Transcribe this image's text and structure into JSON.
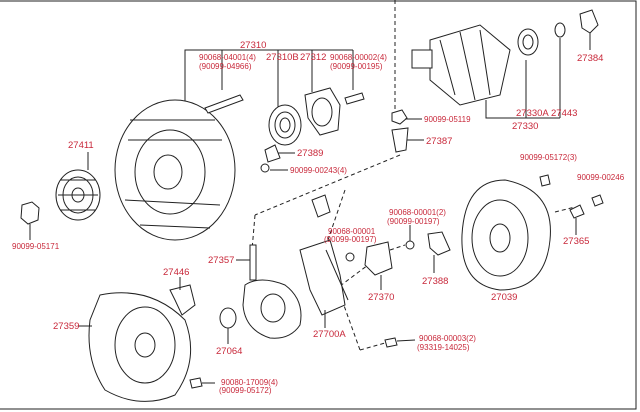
{
  "labels": {
    "p27310": "27310",
    "p90068_04001": "90068-04001(4)",
    "p90099_04966": "(90099-04966)",
    "p27310B": "27310B",
    "p27312": "27312",
    "p90068_00002": "90068-00002(4)",
    "p90099_00195": "(90099-00195)",
    "p90099_05119": "90099-05119",
    "p27387": "27387",
    "p27330A": "27330A",
    "p27443": "27443",
    "p27330": "27330",
    "p27384": "27384",
    "p27411": "27411",
    "p27389": "27389",
    "p90099_00243": "90099-00243(4)",
    "p90099_05172_3": "90099-05172(3)",
    "p90099_00246": "90099-00246",
    "p90099_05171": "90099-05171",
    "p27365": "27365",
    "p90068_00001": "90068-00001",
    "p90099_00197a": "(90099-00197)",
    "p90068_00001_2": "90068-00001(2)",
    "p90099_00197b": "(90099-00197)",
    "p27357": "27357",
    "p27446": "27446",
    "p27388": "27388",
    "p27370": "27370",
    "p27039": "27039",
    "p27359": "27359",
    "p27064": "27064",
    "p27700A": "27700A",
    "p90068_00003": "90068-00003(2)",
    "p93319_14025": "(93319-14025)",
    "p90080_17009": "90080-17009(4)",
    "p90099_05172": "(90099-05172)"
  },
  "colors": {
    "label": "#c8283a",
    "line": "#222222"
  }
}
